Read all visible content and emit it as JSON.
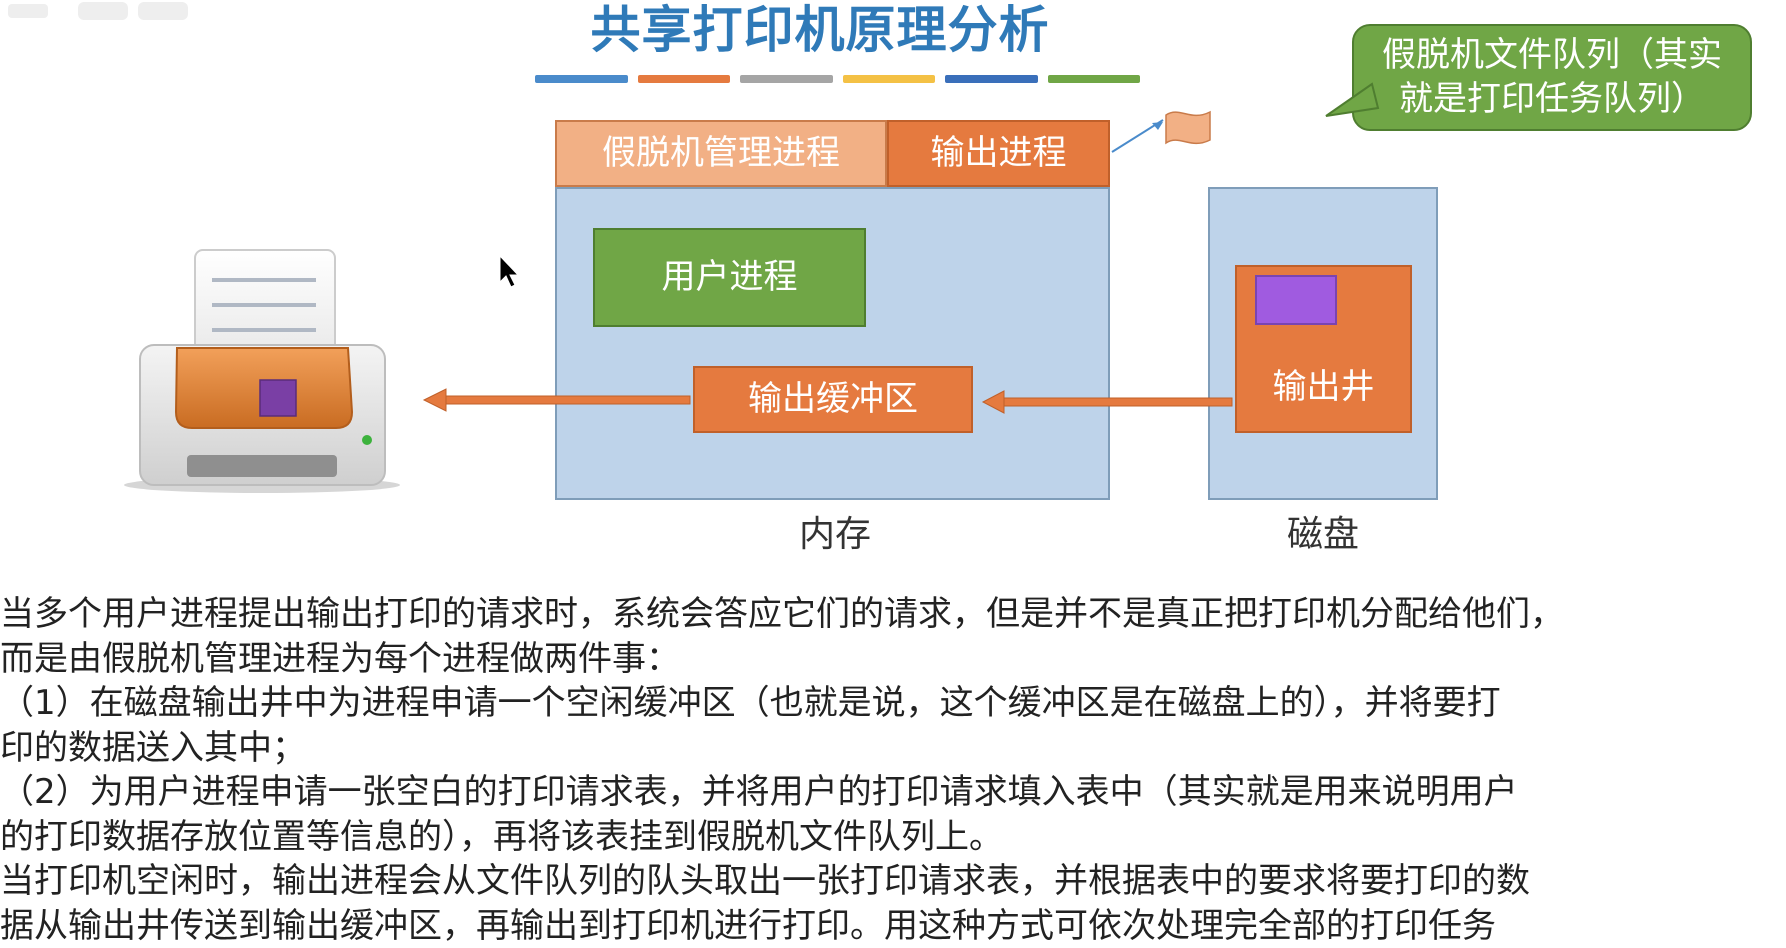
{
  "diagram": {
    "title": "共享打印机原理分析",
    "title_bar_colors": [
      "#4a8bcb",
      "#e57a3f",
      "#a5a5a5",
      "#f4c145",
      "#3a6fba",
      "#70a646"
    ],
    "memory": {
      "label": "内存",
      "spool_manager_process": "假脱机管理进程",
      "output_process": "输出进程",
      "user_process": "用户进程",
      "output_buffer": "输出缓冲区"
    },
    "disk": {
      "label": "磁盘",
      "output_well": "输出井"
    },
    "callout": {
      "text": "假脱机文件队列（其实就是打印任务队列）"
    }
  },
  "body": {
    "paragraphs": [
      "当多个用户进程提出输出打印的请求时，系统会答应它们的请求，但是并不是真正把打印机分配给他们，\n而是由假脱机管理进程为每个进程做两件事：",
      "（1）在磁盘输出井中为进程申请一个空闲缓冲区（也就是说，这个缓冲区是在磁盘上的），并将要打\n印的数据送入其中；",
      "（2）为用户进程申请一张空白的打印请求表，并将用户的打印请求填入表中（其实就是用来说明用户\n的打印数据存放位置等信息的），再将该表挂到假脱机文件队列上。",
      "当打印机空闲时，输出进程会从文件队列的队头取出一张打印请求表，并根据表中的要求将要打印的数\n据从输出井传送到输出缓冲区，再输出到打印机进行打印。用这种方式可依次处理完全部的打印任务"
    ]
  },
  "icons": {
    "printer": "printer-icon",
    "flag": "flag-icon",
    "cursor": "cursor-icon"
  }
}
